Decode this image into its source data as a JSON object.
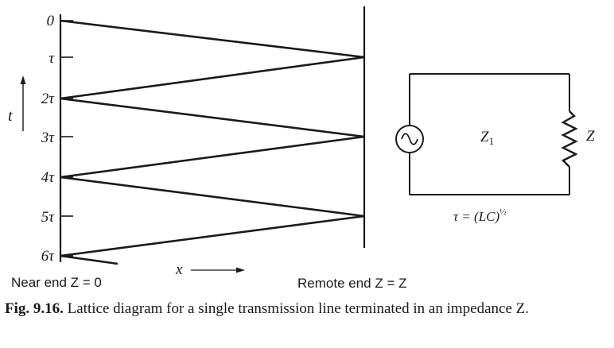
{
  "diagram": {
    "time_ticks": [
      "0",
      "τ",
      "2τ",
      "3τ",
      "4τ",
      "5τ",
      "6τ"
    ],
    "t_axis_label": "t",
    "x_axis_label": "x",
    "near_end_label": "Near end Z = 0",
    "remote_end_label": "Remote end Z = Z",
    "circuit": {
      "line_label": "Z",
      "line_label_sub": "1",
      "load_label": "Z",
      "tau_formula": "τ = (LC)",
      "tau_exponent": "½"
    }
  },
  "caption": {
    "label": "Fig. 9.16.",
    "text": "Lattice diagram for a single transmission line terminated in an impedance Z."
  }
}
